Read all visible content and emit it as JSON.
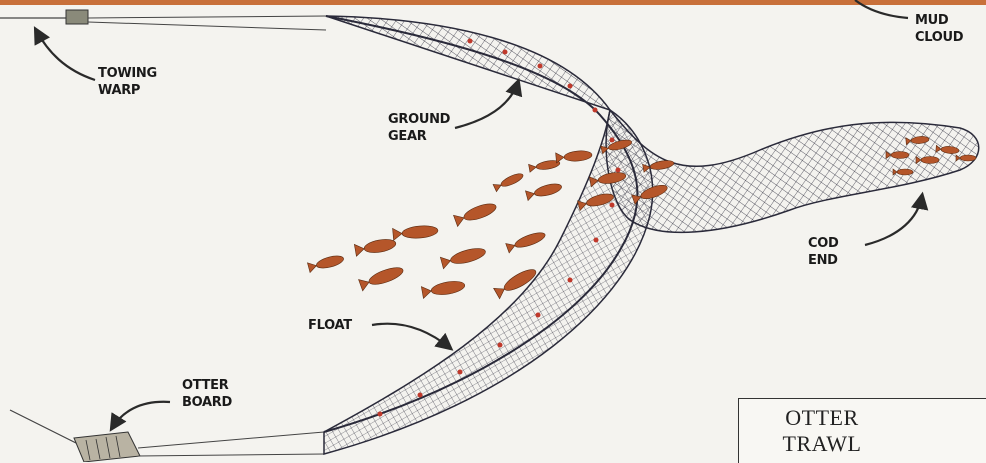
{
  "diagram": {
    "labels": {
      "towing_warp": [
        "TOWING",
        "WARP"
      ],
      "ground_gear": [
        "GROUND",
        "GEAR"
      ],
      "mud_cloud": [
        "MUD",
        "CLOUD"
      ],
      "cod_end": [
        "COD",
        "END"
      ],
      "float": "FLOAT",
      "otter_board": [
        "OTTER",
        "BOARD"
      ]
    },
    "title": [
      "OTTER",
      "TRAWL"
    ]
  },
  "colors": {
    "background": "#f4f3ef",
    "net_mesh": "#2a2a3a",
    "float": "#c0392b",
    "fish": "#b5562a",
    "top_band": "#c8703a",
    "arrow": "#2a2a2a"
  }
}
